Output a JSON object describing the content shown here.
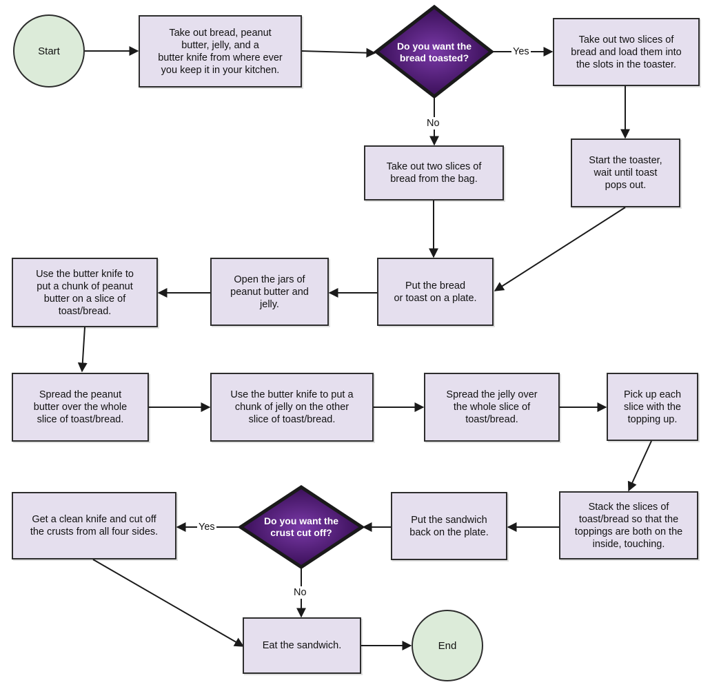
{
  "colors": {
    "box_fill": "#e5dfee",
    "terminal_fill": "#dcebd9",
    "decision_fill": "#4a1a6e",
    "decision_glow": "#7a3aa8",
    "stroke": "#1a1a1a"
  },
  "flowchart": {
    "start": "Start",
    "end": "End",
    "steps": {
      "gather_supplies": "Take out bread, peanut\nbutter, jelly, and a\nbutter knife from where ever\nyou keep it in your kitchen.",
      "load_toaster": "Take out two slices of\nbread and load them into\nthe slots in the toaster.",
      "start_toaster": "Start the toaster,\nwait until toast\npops out.",
      "take_bread": "Take out two slices of\nbread from the bag.",
      "put_on_plate": "Put the bread\nor toast on a plate.",
      "open_jars": "Open the jars of\npeanut butter and\njelly.",
      "knife_peanut_butter": "Use the butter knife to\nput a chunk of peanut\nbutter on a slice of\ntoast/bread.",
      "spread_peanut_butter": "Spread the peanut\nbutter over the whole\nslice of toast/bread.",
      "knife_jelly": "Use the butter knife to put a\nchunk of jelly on the other\nslice of toast/bread.",
      "spread_jelly": "Spread the jelly over\nthe whole slice of\ntoast/bread.",
      "pick_up_slices": "Pick up each\nslice with the\ntopping up.",
      "stack_slices": "Stack the slices of\ntoast/bread so that the\ntoppings are both on the\ninside, touching.",
      "back_on_plate": "Put the sandwich\nback on the plate.",
      "cut_crusts": "Get a clean knife and cut off\nthe crusts from all four sides.",
      "eat": "Eat the sandwich."
    },
    "decisions": {
      "toasted": "Do you want the\nbread toasted?",
      "crust": "Do you want the\ncrust cut off?"
    },
    "branch_labels": {
      "toasted_yes": "Yes",
      "toasted_no": "No",
      "crust_yes": "Yes",
      "crust_no": "No"
    }
  }
}
